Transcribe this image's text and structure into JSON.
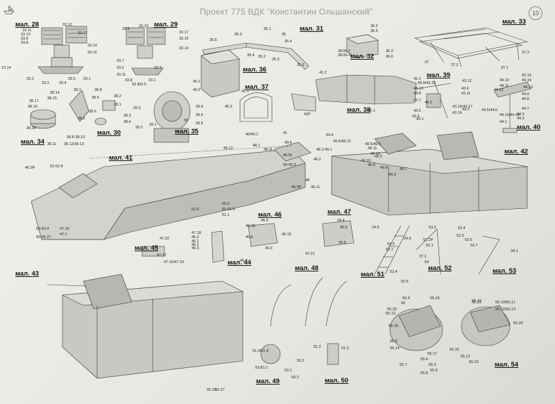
{
  "header": {
    "title": "Проект 775  ВДК \"Константин Ольшанский\"",
    "page_number": "10"
  },
  "figures": [
    {
      "label": "мал. 28"
    },
    {
      "label": "мал. 29"
    },
    {
      "label": "мал. 31"
    },
    {
      "label": "мал. 32"
    },
    {
      "label": "мал. 33"
    },
    {
      "label": "мал. 30"
    },
    {
      "label": "мал. 34"
    },
    {
      "label": "мал. 35"
    },
    {
      "label": "мал. 36"
    },
    {
      "label": "мал. 37"
    },
    {
      "label": "мал. 38"
    },
    {
      "label": "мал. 39"
    },
    {
      "label": "мал. 40"
    },
    {
      "label": "мал. 41"
    },
    {
      "label": "мал. 42"
    },
    {
      "label": "мал. 46"
    },
    {
      "label": "мал. 47"
    },
    {
      "label": "мал. 45"
    },
    {
      "label": "мал. 44"
    },
    {
      "label": "мал. 51"
    },
    {
      "label": "мал. 52"
    },
    {
      "label": "мал. 53"
    },
    {
      "label": "мал. 43"
    },
    {
      "label": "мал. 48"
    },
    {
      "label": "мал. 49"
    },
    {
      "label": "мал. 50"
    },
    {
      "label": "мал. 54"
    }
  ],
  "part_labels": [
    "33.11",
    "33.12",
    "33.13",
    "33.6",
    "33.17",
    "33.8",
    "33.14",
    "33.15",
    "33.2",
    "33.1",
    "33.5",
    "33.3",
    "33.4",
    "13.14",
    "33.6",
    "33.10",
    "33.17",
    "33.15",
    "33.14",
    "33.7",
    "33.2",
    "33.11",
    "33.8",
    "33.4",
    "33.5",
    "33.1",
    "33.3",
    "35.5",
    "35.3",
    "35.1",
    "35.4",
    "35.4",
    "35.2",
    "35.3",
    "35.5",
    "35",
    "36.2",
    "36.5",
    "36.3",
    "36.6",
    "36/36.1",
    "36/36.4",
    "37",
    "37.2",
    "37.1",
    "37.3",
    "38.14",
    "38.17",
    "38.15",
    "38.16",
    "38.18",
    "38.11",
    "38.12/38.13",
    "38.7",
    "38.8",
    "38.2",
    "38.1",
    "38.3",
    "38.4",
    "38.5",
    "38.9",
    "38.6",
    "38.8-38.10",
    "39.1",
    "39.2",
    "39.3",
    "39.4",
    "39.5",
    "39.6",
    "39",
    "40.1",
    "40.2",
    "40.3",
    "40/40.1",
    "41",
    "41.1",
    "41.2",
    "42P",
    "42.1",
    "42.1",
    "43.9/43.10",
    "43.13",
    "43.8",
    "43.7",
    "43.5",
    "43.3",
    "43.4",
    "43.11",
    "43.12",
    "43.6",
    "43.1",
    "43.2",
    "43.16/43.17",
    "43.14",
    "43.15",
    "44.14",
    "44.10",
    "44.11",
    "44.12",
    "44.13",
    "44.9",
    "44.8",
    "44.7",
    "44.5/44.6",
    "44.15/44.16",
    "44.1",
    "44.2",
    "44.3",
    "44.4",
    "49.6/49.12",
    "49.6/49.5",
    "49.11",
    "49.13",
    "49.10",
    "49.9",
    "49.8",
    "49.7",
    "49.3",
    "49.1",
    "49.2",
    "49.4",
    "49.12",
    "48.1",
    "48.3L",
    "46.5L",
    "46.3",
    "48.2",
    "50-50.3",
    "48",
    "46.11",
    "46.5P",
    "46.3P",
    "52-52.8",
    "53-53.4",
    "55-55.27",
    "47.1",
    "47.19",
    "47.18",
    "46.2",
    "45.1",
    "45.2",
    "45.3",
    "45.4",
    "45.5",
    "46.15",
    "46.16",
    "46.6",
    "34.3",
    "34.4",
    "36.6",
    "36.5",
    "47.21",
    "47.22",
    "47.17",
    "47.15/47.16",
    "24.6",
    "24.5",
    "53.3",
    "53.1",
    "53.2",
    "53.4",
    "52.3",
    "52.2P",
    "52.1",
    "52.4",
    "52.5",
    "52.6",
    "52.7",
    "34.1",
    "37.2",
    "54",
    "52.8",
    "55.2",
    "51-51.5",
    "51.1",
    "51.2",
    "51.3",
    "51.3/51.4",
    "51/51.1",
    "50.1",
    "50.2",
    "50.3",
    "50.4",
    "50",
    "55.24",
    "55.23",
    "55.25",
    "55.13",
    "55.10/55.11",
    "55.12/55.13",
    "55.20",
    "55.19",
    "55.16",
    "55.17",
    "55.4",
    "55.5",
    "55.6",
    "55.7",
    "55.8",
    "55.3",
    "55.14",
    "55.15",
    "55.21",
    "55.22",
    "55.26",
    "55.27"
  ]
}
